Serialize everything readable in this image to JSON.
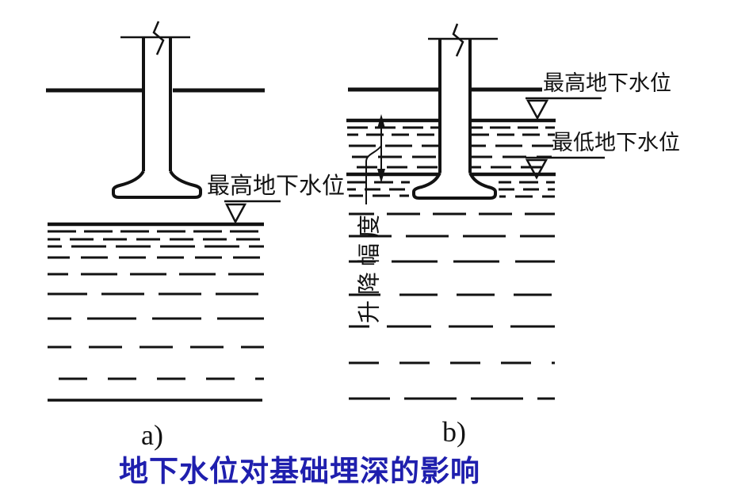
{
  "figure": {
    "title": "地下水位对基础埋深的影响",
    "panels": {
      "a": {
        "caption": "a)",
        "label_high_water": "最高地下水位"
      },
      "b": {
        "caption": "b)",
        "label_high_water": "最高地下水位",
        "label_low_water": "最低地下水位",
        "label_amplitude": "升降幅度"
      }
    },
    "colors": {
      "line": "#121212",
      "title": "#1f1fae",
      "background": "#ffffff"
    }
  }
}
